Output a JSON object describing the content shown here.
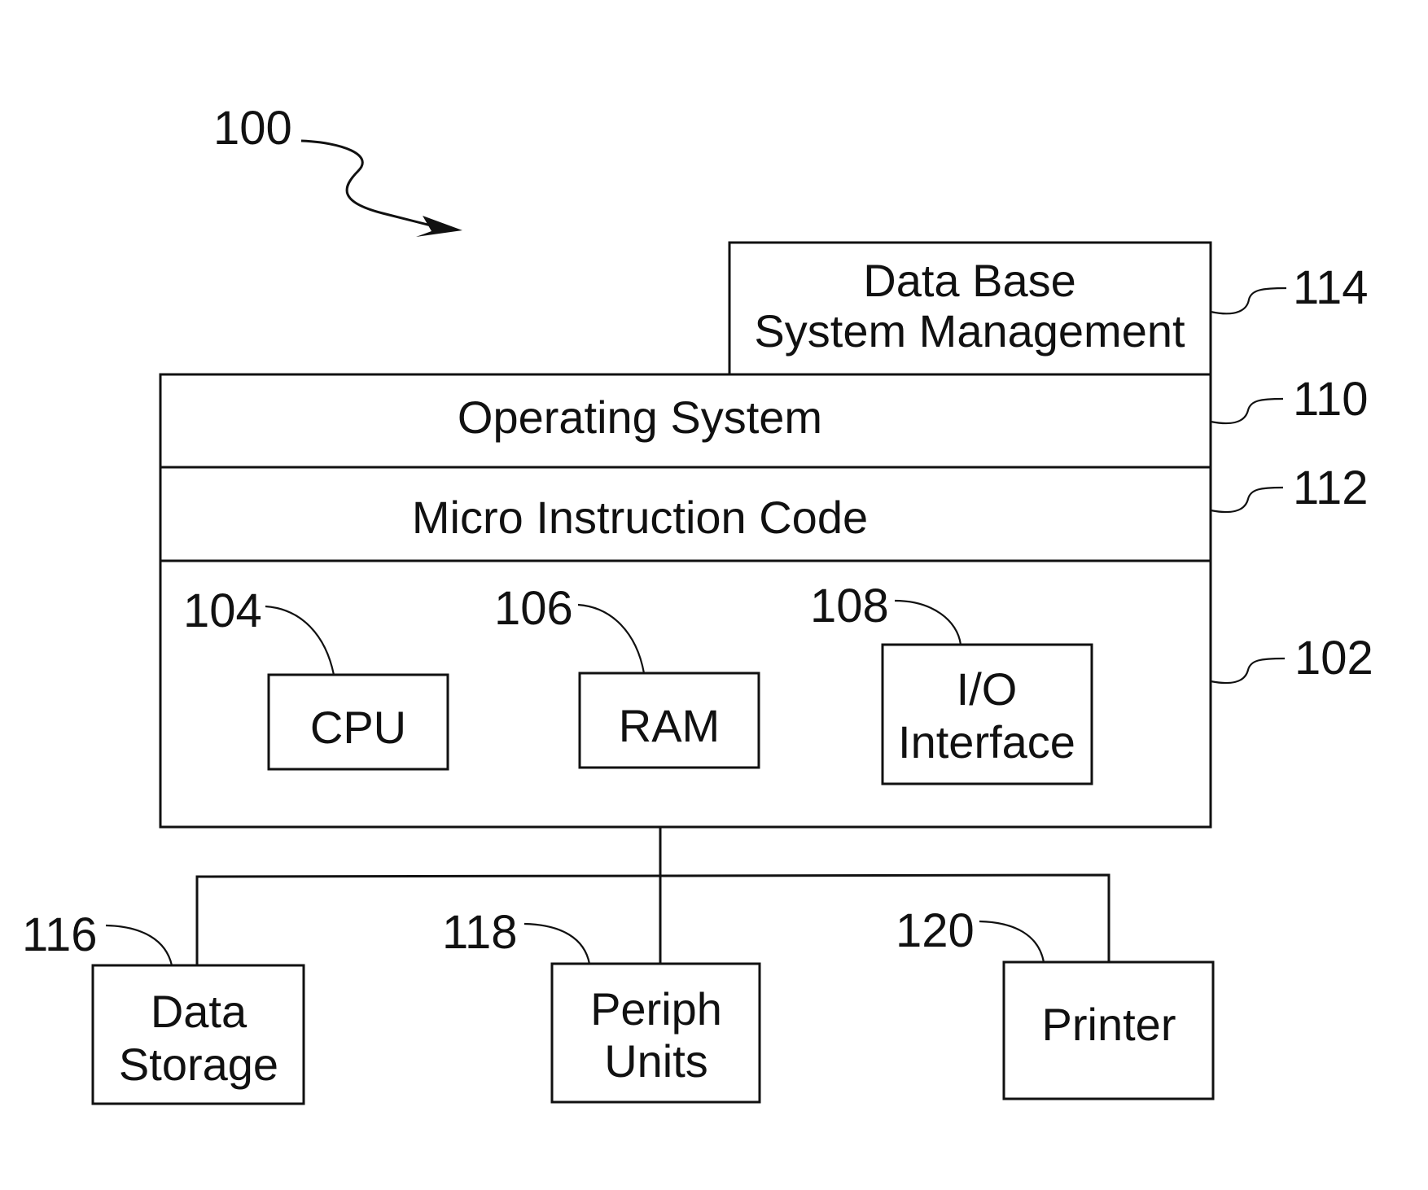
{
  "figure": {
    "ref": "100"
  },
  "blocks": {
    "dbms": {
      "lines": [
        "Data Base",
        "System Management"
      ],
      "ref": "114"
    },
    "operating_system": {
      "label": "Operating System",
      "ref": "110"
    },
    "micro_instruction_code": {
      "label": "Micro Instruction Code",
      "ref": "112"
    },
    "computer_platform": {
      "ref": "102"
    },
    "cpu": {
      "label": "CPU",
      "ref": "104"
    },
    "ram": {
      "label": "RAM",
      "ref": "106"
    },
    "io_interface": {
      "lines": [
        "I/O",
        "Interface"
      ],
      "ref": "108"
    },
    "data_storage": {
      "lines": [
        "Data",
        "Storage"
      ],
      "ref": "116"
    },
    "periph_units": {
      "lines": [
        "Periph",
        "Units"
      ],
      "ref": "118"
    },
    "printer": {
      "label": "Printer",
      "ref": "120"
    }
  }
}
